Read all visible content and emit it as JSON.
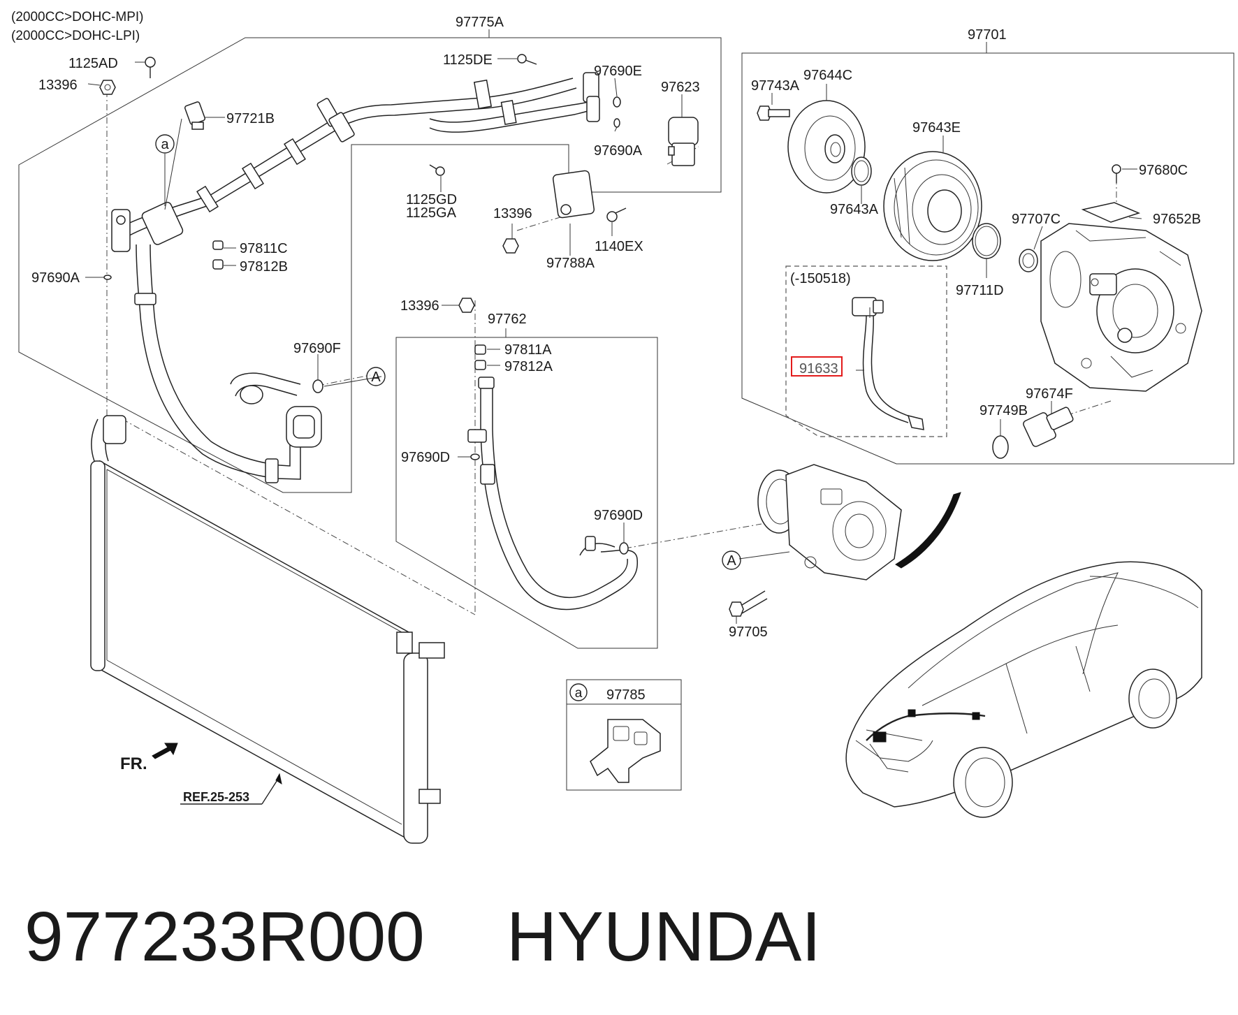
{
  "engine_notes": [
    "(2000CC>DOHC-MPI)",
    "(2000CC>DOHC-LPI)"
  ],
  "labels": {
    "p97775A": "97775A",
    "p97701": "97701",
    "p1125AD": "1125AD",
    "p13396_a": "13396",
    "p97721B": "97721B",
    "p1125DE": "1125DE",
    "p97690E": "97690E",
    "p97623": "97623",
    "p97690A_top": "97690A",
    "p1125GD": "1125GD",
    "p1125GA": "1125GA",
    "p13396_b": "13396",
    "p97788A": "97788A",
    "p1140EX": "1140EX",
    "p97811C": "97811C",
    "p97812B": "97812B",
    "p97690A_left": "97690A",
    "p97690F": "97690F",
    "p13396_c": "13396",
    "p97762": "97762",
    "p97811A": "97811A",
    "p97812A": "97812A",
    "p97690D_left": "97690D",
    "p97690D_right": "97690D",
    "p97743A": "97743A",
    "p97644C": "97644C",
    "p97643E": "97643E",
    "p97643A": "97643A",
    "p97680C": "97680C",
    "p97652B": "97652B",
    "p97707C": "97707C",
    "p97711D": "97711D",
    "p150518": "(-150518)",
    "p91633": "91633",
    "p97674F": "97674F",
    "p97749B": "97749B",
    "p97705": "97705",
    "p97785": "97785",
    "ref": "REF.25-253",
    "fr": "FR."
  },
  "callouts": {
    "a": "a",
    "A": "A"
  },
  "highlighted_part": "91633",
  "footer": {
    "part_number": "977233R000",
    "brand": "HYUNDAI"
  },
  "colors": {
    "highlight": "#e31b1b",
    "line": "#222222"
  }
}
